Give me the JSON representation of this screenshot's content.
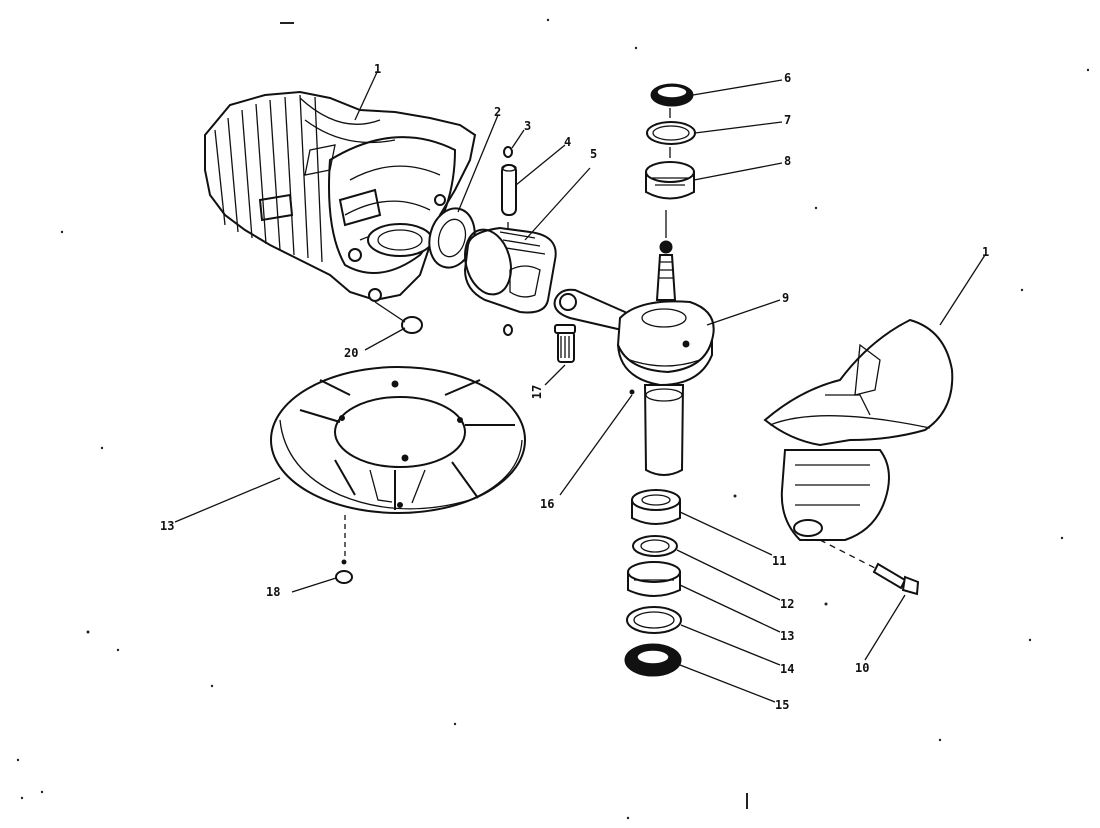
{
  "diagram": {
    "callouts": {
      "c1a": "1",
      "c2": "2",
      "c3": "3",
      "c4": "4",
      "c5": "5",
      "c6": "6",
      "c7": "7",
      "c8": "8",
      "c9": "9",
      "c1b": "1",
      "c10": "10",
      "c11": "11",
      "c12": "12",
      "c13": "13",
      "c14": "14",
      "c15": "15",
      "c16": "16",
      "c17": "17",
      "c18": "18",
      "c13b": "13",
      "c20": "20"
    }
  }
}
